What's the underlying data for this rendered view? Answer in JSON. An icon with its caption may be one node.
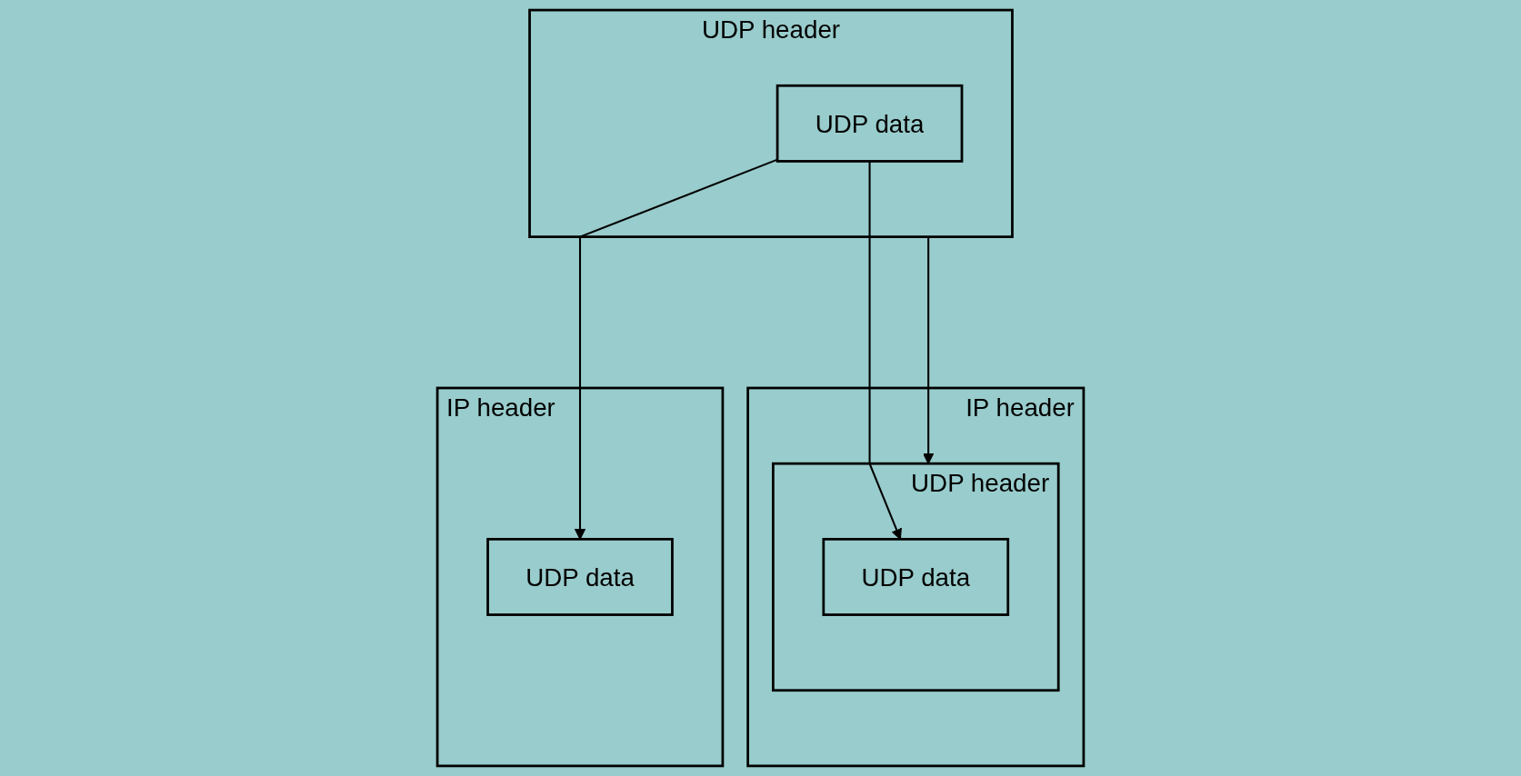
{
  "diagram": {
    "nodes": [
      {
        "text": [
          "UDP header"
        ]
      },
      {
        "text": [
          "UDP data"
        ],
        "in": 0
      },
      {
        "text": [
          "IP header"
        ]
      },
      {
        "text": [
          "UDP header"
        ],
        "in": 2
      },
      {
        "text": [
          "UDP data"
        ],
        "in": 3
      },
      {
        "text": [
          "IP header"
        ]
      },
      {
        "text": [
          "UDP data"
        ],
        "in": 5
      }
    ],
    "edges": [
      {
        "from": 0,
        "to": 3,
        "arrow": "to"
      },
      {
        "from": 1,
        "to": 4,
        "arrow": "to"
      },
      {
        "from": 1,
        "to": 6,
        "arrow": "to"
      }
    ]
  }
}
